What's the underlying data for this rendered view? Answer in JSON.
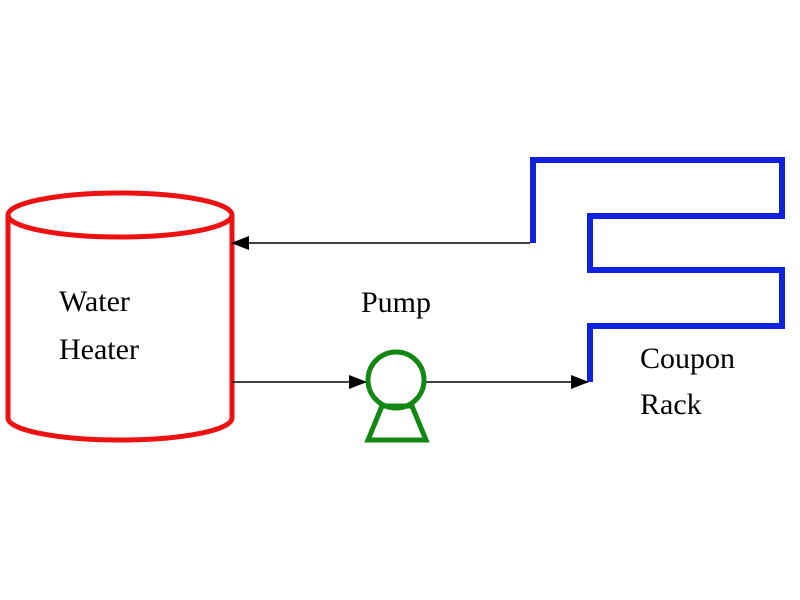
{
  "labels": {
    "heater_line1": "Water",
    "heater_line2": "Heater",
    "pump": "Pump",
    "rack_line1": "Coupon",
    "rack_line2": "Rack"
  },
  "colors": {
    "heater": "#ee1111",
    "pump": "#118811",
    "rack": "#1122dd",
    "flow": "#000000"
  }
}
